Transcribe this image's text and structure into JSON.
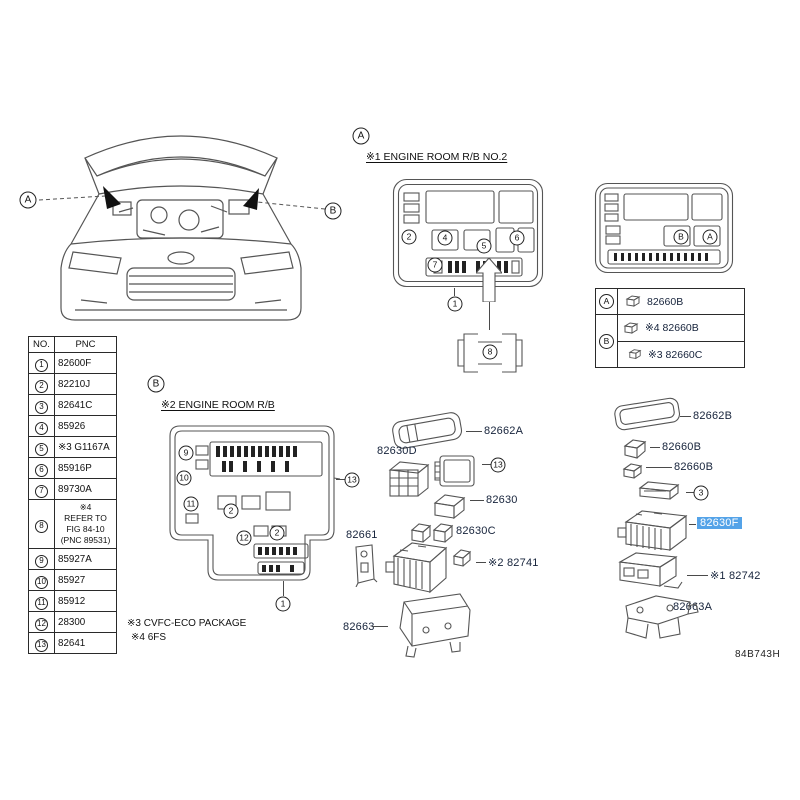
{
  "colors": {
    "highlight_bg": "#54a3e8",
    "highlight_fg": "#ffffff",
    "line": "#4a4a4a"
  },
  "diagram_code": "84B743H",
  "car": {
    "a": "A",
    "b": "B"
  },
  "table": {
    "col_no": "NO.",
    "col_pnc": "PNC",
    "rows": [
      {
        "no": "1",
        "pnc": "82600F"
      },
      {
        "no": "2",
        "pnc": "82210J"
      },
      {
        "no": "3",
        "pnc": "82641C"
      },
      {
        "no": "4",
        "pnc": "85926"
      },
      {
        "no": "5",
        "pnc": "※3 G1167A"
      },
      {
        "no": "6",
        "pnc": "85916P"
      },
      {
        "no": "7",
        "pnc": "89730A"
      },
      {
        "no": "8",
        "pnc": "※4\nREFER TO\nFIG 84-10\n(PNC 89531)"
      },
      {
        "no": "9",
        "pnc": "85927A"
      },
      {
        "no": "10",
        "pnc": "85927"
      },
      {
        "no": "11",
        "pnc": "85912"
      },
      {
        "no": "12",
        "pnc": "28300"
      },
      {
        "no": "13",
        "pnc": "82641"
      }
    ]
  },
  "footnotes": {
    "f3": "※3 CVFC-ECO PACKAGE",
    "f4": "※4 6FS"
  },
  "section_a": {
    "marker": "A",
    "title": "※1 ENGINE ROOM R/B NO.2",
    "c2": "2",
    "c4": "4",
    "c5": "5",
    "c6": "6",
    "c7": "7",
    "c1": "1",
    "c8": "8"
  },
  "rb2": {
    "marker_b": "B",
    "marker_a": "A"
  },
  "legend": {
    "marker_a": "A",
    "marker_b": "B",
    "part_a": "82660B",
    "part_b1": "※4 82660B",
    "part_b2": "※3 82660C"
  },
  "section_b": {
    "marker": "B",
    "title": "※2 ENGINE ROOM R/B",
    "c9": "9",
    "c10": "10",
    "c11": "11",
    "c2a": "2",
    "c2b": "2",
    "c12": "12",
    "c13": "13",
    "c1": "1"
  },
  "parts": {
    "cover_82662a": "82662A",
    "block_82630d": "82630D",
    "callout_13": "13",
    "relay_82630": "82630",
    "relay_82630c": "82630C",
    "bracket_82661": "82661",
    "relay_82741": "※2 82741",
    "tray_82663": "82663",
    "cover_82662b": "82662B",
    "relay_82660b_1": "82660B",
    "relay_82660b_2": "82660B",
    "callout_3": "3",
    "block_82630f": "82630F",
    "body_82742": "※1 82742",
    "bracket_82663a": "82663A"
  }
}
